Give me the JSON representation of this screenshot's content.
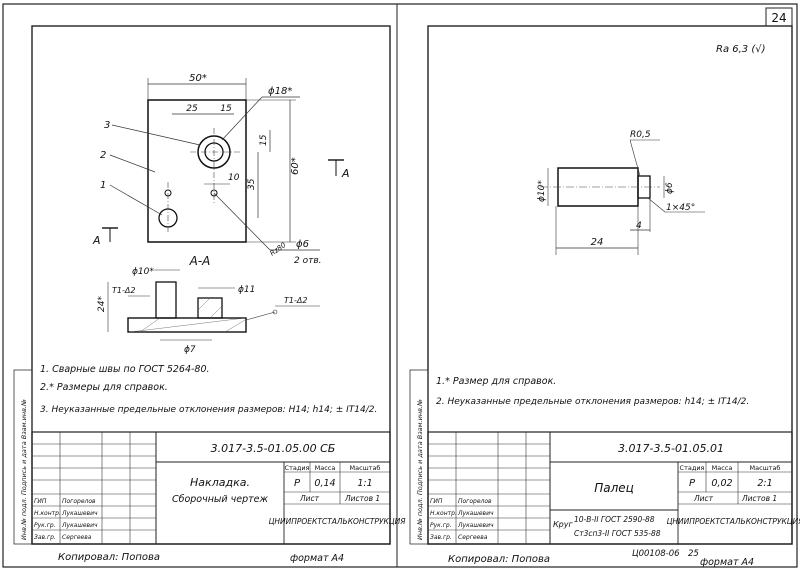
{
  "page_number": "24",
  "left": {
    "title_mark": "3",
    "callouts": {
      "c1": "1",
      "c2": "2",
      "c3": "3"
    },
    "dim_50": "50*",
    "dim_25": "25",
    "dim_15_top": "15",
    "dim_15_right": "15",
    "dim_10": "10",
    "dim_35": "35",
    "dim_60": "60*",
    "dim_phi18": "ϕ18*",
    "dim_phi6": "ϕ6",
    "dim_phi6_note": "2 отв.",
    "dim_rz": "Rz80",
    "section_mark_left": "А",
    "section_mark_right": "А",
    "section_label": "А-А",
    "dim_phi10": "ϕ10*",
    "dim_phi11": "ϕ11",
    "dim_phi7": "ϕ7",
    "dim_24": "24*",
    "weld_1": "Т1-Δ2",
    "weld_2": "Т1-Δ2",
    "notes": [
      "1. Сварные швы по ГОСТ 5264-80.",
      "2.* Размеры для справок.",
      "3. Неуказанные предельные отклонения размеров: H14; h14; ± IT14/2."
    ],
    "title_block": {
      "code": "3.017-3.5-01.05.00 СБ",
      "name_line1": "Накладка.",
      "name_line2": "Сборочный чертеж",
      "col_stage": "Стадия",
      "col_mass": "Масса",
      "col_scale": "Масштаб",
      "stage": "Р",
      "mass": "0,14",
      "scale": "1:1",
      "sheet": "Лист",
      "sheets": "Листов 1",
      "org": "ЦНИИПРОЕКТСТАЛЬКОНСТРУКЦИЯ",
      "roles": [
        "ГИП",
        "Н.контр.",
        "Рук.гр.",
        "Зав.гр."
      ],
      "names": [
        "Погорелов",
        "Лукашевич",
        "Лукашевич",
        "Сергеева"
      ]
    },
    "side_stamp": "Инв.№ подл.  Подпись и дата  Взам.инв.№",
    "copied": "Копировал: Попова",
    "format": "формат А4"
  },
  "right": {
    "roughness": "Ra 6,3 (√)",
    "dim_r05": "R0,5",
    "dim_phi10": "ϕ10*",
    "dim_phi6": "ϕ6",
    "dim_chamfer": "1×45°",
    "dim_4": "4",
    "dim_24": "24",
    "notes": [
      "1.* Размер для справок.",
      "2. Неуказанные предельные отклонения размеров: h14; ± IT14/2."
    ],
    "title_block": {
      "code": "3.017-3.5-01.05.01",
      "name_line1": "Палец",
      "col_stage": "Стадия",
      "col_mass": "Масса",
      "col_scale": "Масштаб",
      "stage": "Р",
      "mass": "0,02",
      "scale": "2:1",
      "sheet": "Лист",
      "sheets": "Листов 1",
      "org": "ЦНИИПРОЕКТСТАЛЬКОНСТРУКЦИЯ",
      "material_prefix": "Круг",
      "material_line1": "10-В-II ГОСТ 2590-88",
      "material_line2": "Ст3сп3-II ГОСТ 535-88",
      "roles": [
        "ГИП",
        "Н.контр.",
        "Рук.гр.",
        "Зав.гр."
      ],
      "names": [
        "Погорелов",
        "Лукашевич",
        "Лукашевич",
        "Сергеева"
      ]
    },
    "side_stamp": "Инв.№ подл.  Подпись и дата  Взам.инв.№",
    "copied": "Копировал: Попова",
    "order": "Ц00108-06",
    "order_num": "25",
    "format": "формат А4"
  }
}
